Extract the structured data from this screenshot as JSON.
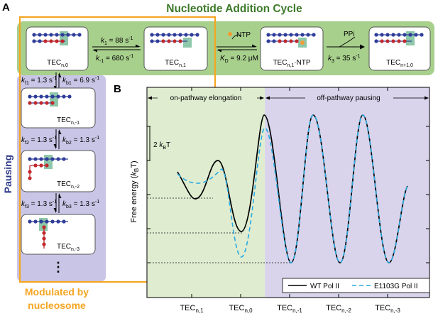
{
  "panel_a": {
    "label": "A",
    "cycle_title": "Nucleotide Addition Cycle",
    "pausing_label": "Pausing",
    "modulated_line1": "Modulated by",
    "modulated_line2": "nucleosome",
    "ellipsis": "⋮",
    "states": {
      "tec_n0": {
        "main": "TEC",
        "sub": "n,0"
      },
      "tec_n1": {
        "main": "TEC",
        "sub": "n,1"
      },
      "tec_n1ntp": {
        "main": "TEC",
        "sub": "n,1",
        "suffix": "·NTP"
      },
      "tec_next": {
        "main": "TEC",
        "sub": "n+1,0"
      },
      "tec_nm1": {
        "main": "TEC",
        "sub": "n,-1"
      },
      "tec_nm2": {
        "main": "TEC",
        "sub": "n,-2"
      },
      "tec_nm3": {
        "main": "TEC",
        "sub": "n,-3"
      }
    },
    "rates": {
      "k1": {
        "sym": "k",
        "sub": "1",
        "val": " = 88 s",
        "sup": "-1"
      },
      "km1": {
        "sym": "k",
        "sub": "-1",
        "val": " = 680 s",
        "sup": "-1"
      },
      "kd": {
        "sym": "K",
        "sub": "D",
        "val": " = 9.2 μM"
      },
      "k3": {
        "sym": "k",
        "sub": "3",
        "val": " = 35 s",
        "sup": "-1"
      },
      "kf1": {
        "sym": "k",
        "sub": "f1",
        "val": " = 1.3 s",
        "sup": "-1"
      },
      "kb1": {
        "sym": "k",
        "sub": "b1",
        "val": " = 6.9 s",
        "sup": "-1"
      },
      "kf2": {
        "sym": "k",
        "sub": "f2",
        "val": " = 1.3 s",
        "sup": "-1"
      },
      "kb2": {
        "sym": "k",
        "sub": "b2",
        "val": " = 1.3 s",
        "sup": "-1"
      },
      "kf3": {
        "sym": "k",
        "sub": "f3",
        "val": " = 1.3 s",
        "sup": "-1"
      },
      "kb3": {
        "sym": "k",
        "sub": "b3",
        "val": " = 1.3 s",
        "sup": "-1"
      }
    },
    "ntp": "NTP",
    "ppi": "PPi"
  },
  "panel_b": {
    "label": "B",
    "region_left": "on-pathway elongation",
    "region_right": "off-pathway pausing",
    "ylabel_main": "Free energy (",
    "ylabel_k": "k",
    "ylabel_sub": "B",
    "ylabel_end": "T)",
    "scale_num": "2 ",
    "scale_k": "k",
    "scale_sub": "B",
    "scale_end": "T",
    "xticks": [
      {
        "main": "TEC",
        "sub": "n,1"
      },
      {
        "main": "TEC",
        "sub": "n,0"
      },
      {
        "main": "TEC",
        "sub": "n,-1"
      },
      {
        "main": "TEC",
        "sub": "n,-2"
      },
      {
        "main": "TEC",
        "sub": "n,-3"
      }
    ],
    "legend": [
      {
        "name": "WT Pol II",
        "color": "#000000",
        "style": "solid"
      },
      {
        "name": "E1103G Pol II",
        "color": "#29abe2",
        "style": "dashed"
      }
    ]
  },
  "colors": {
    "cycle_bg": "#a8d08d",
    "pausing_bg": "#c9c5e6",
    "modulated": "#f5a623",
    "cycle_title": "#3d7a2a",
    "pausing_text": "#2e3a8c",
    "dna_blue": "#2f3d9a",
    "rna_red": "#c0282d",
    "active_site": "#8ec7a9",
    "ntp_dot": "#f39c34",
    "plot_left_bg": "#dfecd0",
    "plot_right_bg": "#d9d4ec"
  }
}
